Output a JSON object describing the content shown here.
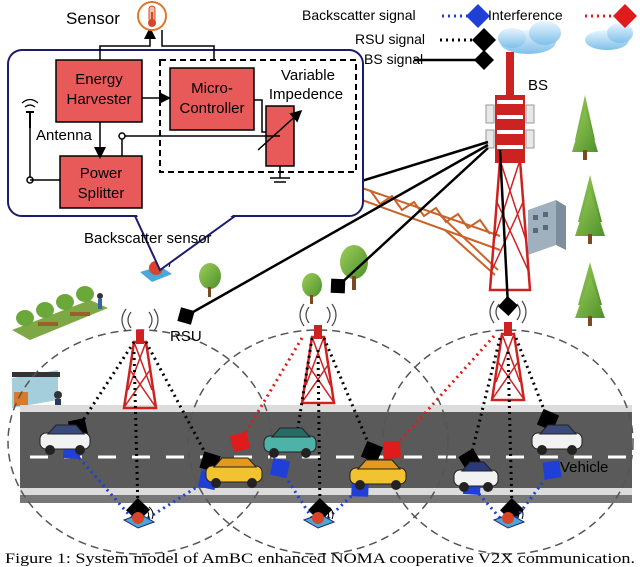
{
  "legend": {
    "backscatter": "Backscatter signal",
    "interference": "Interference",
    "rsu": "RSU signal",
    "bs": "BS signal"
  },
  "colors": {
    "backscatter": "#1f3fd6",
    "interference": "#e01b1b",
    "rsu_signal": "#000000",
    "bs_signal": "#000000",
    "block_fill": "#e85a5a",
    "panel_border": "#1c1c6e",
    "road": "#5a5a5a",
    "tower": "#cc2222"
  },
  "labels": {
    "sensor": "Sensor",
    "energy_harvester_1": "Energy",
    "energy_harvester_2": "Harvester",
    "micro_controller_1": "Micro-",
    "micro_controller_2": "Controller",
    "variable_1": "Variable",
    "variable_2": "Impedence",
    "antenna": "Antenna",
    "power_splitter_1": "Power",
    "power_splitter_2": "Splitter",
    "backscatter_sensor": "Backscatter sensor",
    "bs": "BS",
    "rsu": "RSU",
    "vehicle": "Vehicle"
  },
  "icons": [
    "thermometer-icon",
    "antenna-icon",
    "tower-icon",
    "car-icon",
    "tree-icon",
    "cloud-icon",
    "building-icon",
    "bus-stop-icon",
    "backscatter-sensor-icon"
  ],
  "caption": "Figure 1: System model of AmBC enhanced NOMA cooperative V2X communication."
}
